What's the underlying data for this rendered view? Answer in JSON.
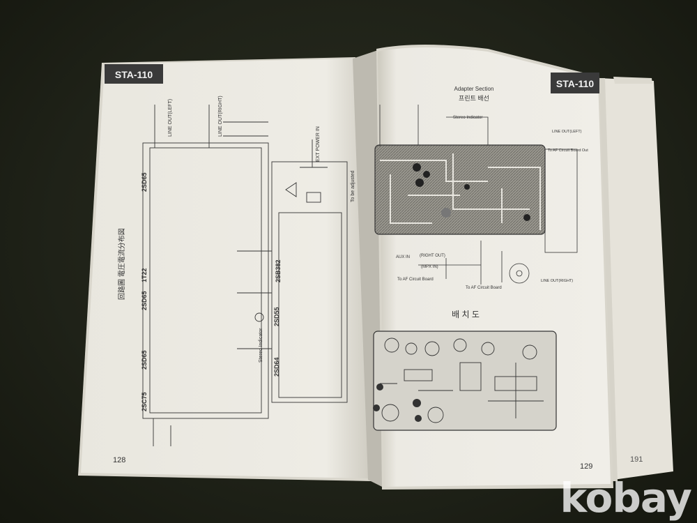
{
  "book": {
    "left_page": {
      "header_tab": "STA-110",
      "page_number": "128",
      "vertical_title": "回路圖 電圧電流分布図",
      "labels": {
        "line_out_left": "LINE OUT(LEFT)",
        "line_out_right": "LINE OUT(RIGHT)",
        "ext_power": "EXT POWER IN",
        "tr_2sd65_a": "2SD65",
        "tr_2sd65_b": "2SD65",
        "tr_2sd65_c": "2SD65",
        "tr_2sc75": "2SC75",
        "coil_1t22": "1T22",
        "tr_2sb382": "2SB382",
        "tr_2sd55": "2SD55",
        "tr_2sd64": "2SD64",
        "stereo_indicator": "Stereo Indicator",
        "to_be_adjusted": "To be adjusted"
      }
    },
    "right_page": {
      "header_tab": "STA-110",
      "page_number": "129",
      "section_title": "Adapter Section",
      "section_title_ko": "프린트 배선",
      "layout_title": "배 치 도",
      "labels": {
        "stereo_indicator": "Stereo Indicator",
        "to_af_circuit_board_out": "To AF Circuit Board Out",
        "line_out_left": "LINE OUT(LEFT)",
        "line_out_right": "LINE OUT(RIGHT)",
        "aux_in": "AUX IN",
        "right_out": "(RIGHT OUT)",
        "mpx_in": "(MPX IN)",
        "to_af_circuit_board_a": "To AF Circuit Board",
        "to_af_circuit_board_b": "To AF Circuit Board"
      }
    },
    "next_page_number": "191"
  },
  "watermark": "kobay",
  "colors": {
    "background": "#1f2218",
    "paper": "#efede6",
    "ink": "#2b2b2b",
    "tab": "#3a3a3a",
    "watermark": "#ffffff"
  }
}
